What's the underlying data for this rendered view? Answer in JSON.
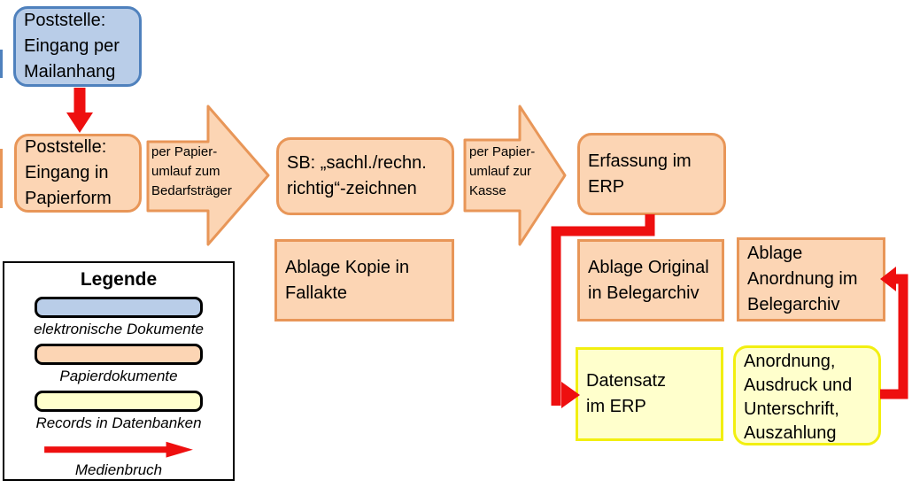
{
  "flow": {
    "nodes": {
      "poststelle_mail": {
        "label": "Poststelle:\nEingang per\nMailanhang"
      },
      "poststelle_papier": {
        "label": "Poststelle:\nEingang in\nPapierform"
      },
      "sb_zeichnen": {
        "label": "SB: „sachl./rechn.\nrichtig“-zeichnen"
      },
      "ablage_kopie": {
        "label": "Ablage Kopie in\nFallakte"
      },
      "erfassung_erp": {
        "label": "Erfassung im\nERP"
      },
      "ablage_original": {
        "label": "Ablage Original\nin Belegarchiv"
      },
      "ablage_anordnung": {
        "label": "Ablage\nAnordnung im\nBelegarchiv"
      },
      "datensatz_erp": {
        "label": "Datensatz\nim ERP"
      },
      "anordnung_auszahlung": {
        "label": "Anordnung,\nAusdruck und\nUnterschrift,\nAuszahlung"
      }
    },
    "block_arrows": {
      "zum_bedarfstraeger": {
        "label": "per Papier-\numlauf zum\nBedarfsträger"
      },
      "zur_kasse": {
        "label": "per Papier-\numlauf zur\nKasse"
      }
    }
  },
  "legend": {
    "title": "Legende",
    "items": [
      {
        "label": "elektronische Dokumente"
      },
      {
        "label": "Papierdokumente"
      },
      {
        "label": "Records in Datenbanken"
      },
      {
        "label": "Medienbruch"
      }
    ]
  },
  "colors": {
    "electronic_fill": "#b9cde8",
    "electronic_border": "#4f81bd",
    "paper_fill": "#fcd5b4",
    "paper_border": "#e89658",
    "records_fill": "#ffffcc",
    "records_border": "#f2ef10",
    "medienbruch_red": "#ee0f0f"
  }
}
